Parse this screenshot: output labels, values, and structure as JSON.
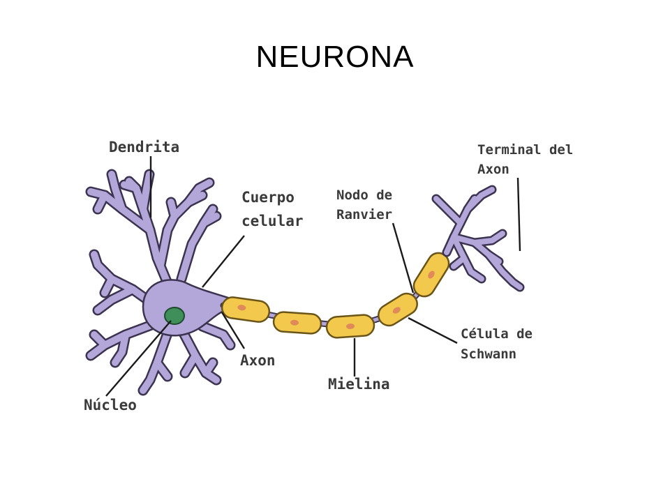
{
  "title": "NEURONA",
  "labels": {
    "dendrita": "Dendrita",
    "cuerpo_1": "Cuerpo",
    "cuerpo_2": "celular",
    "nodo_1": "Nodo de",
    "nodo_2": "Ranvier",
    "terminal_1": "Terminal del",
    "terminal_2": "Axon",
    "celula_1": "Célula de",
    "celula_2": "Schwann",
    "axon": "Axon",
    "mielina": "Mielina",
    "nucleo": "Núcleo"
  },
  "colors": {
    "neuron": "#b3a7d9",
    "neuron_outline": "#3b3350",
    "nucleus": "#3f8f5a",
    "myelin": "#f2c94c",
    "myelin_outline": "#6b5417",
    "schwann_nucleus": "#e08a5a"
  }
}
